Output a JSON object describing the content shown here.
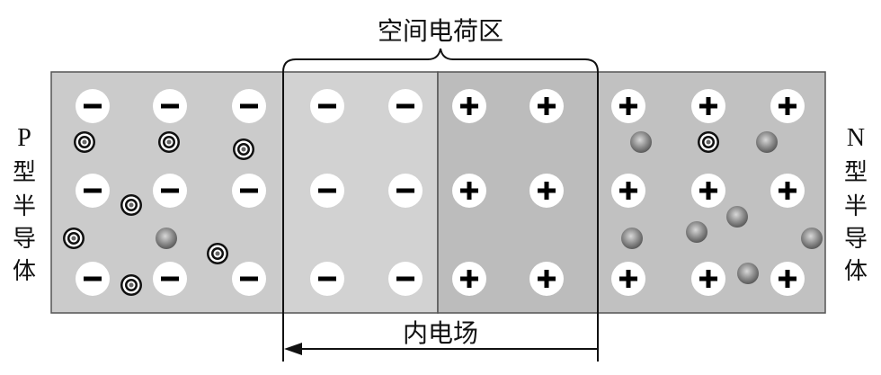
{
  "title": "PN结示意图",
  "labels": {
    "depletion_region": "空间电荷区",
    "internal_field": "内电场",
    "p_letter": "P",
    "p_chars": [
      "型",
      "半",
      "导",
      "体"
    ],
    "n_letter": "N",
    "n_chars": [
      "型",
      "半",
      "导",
      "体"
    ]
  },
  "symbols": {
    "negative_ion": "−",
    "positive_ion": "+"
  },
  "colors": {
    "p_region": "#cbcbcb",
    "depletion_p_side": "#d2d2d2",
    "depletion_n_side": "#bcbcbc",
    "n_region": "#c1c1c1",
    "outline": "#555555"
  },
  "icons": [
    "negative-ion-icon",
    "positive-ion-icon",
    "hole-icon",
    "electron-icon",
    "brace-icon",
    "arrow-left-icon"
  ]
}
